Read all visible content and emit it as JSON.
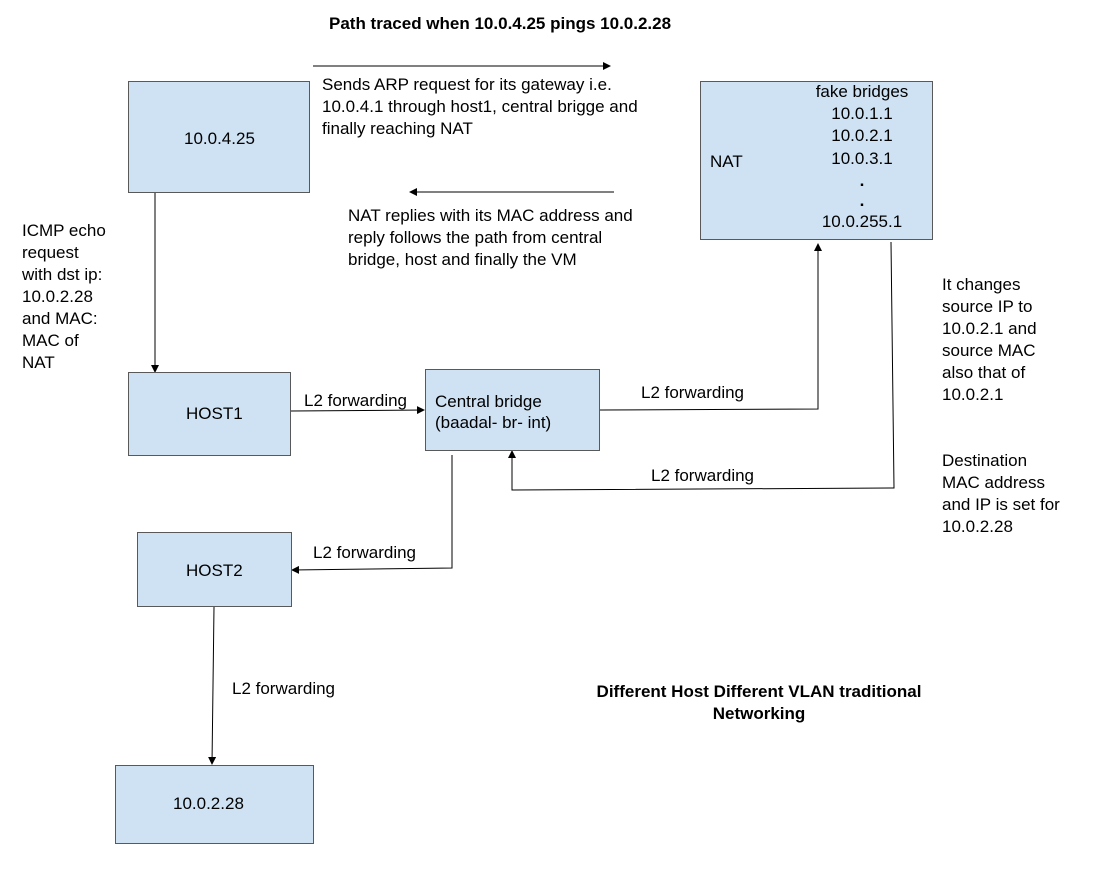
{
  "title": "Path traced when 10.0.4.25 pings 10.0.2.28",
  "subtitle": "Different Host Different VLAN traditional\nNetworking",
  "nodes": {
    "vm_src": "10.0.4.25",
    "nat": "NAT",
    "host1": "HOST1",
    "central_bridge": "Central bridge\n(baadal- br- int)",
    "host2": "HOST2",
    "vm_dst": "10.0.2.28"
  },
  "fake_bridges": {
    "heading": "fake bridges",
    "items": [
      "10.0.1.1",
      "10.0.2.1",
      "10.0.3.1",
      ".",
      ".",
      "10.0.255.1"
    ]
  },
  "annotations": {
    "arp_request": "Sends ARP request for its gateway i.e.\n10.0.4.1 through host1, central brigge and\nfinally reaching NAT",
    "nat_reply": "NAT replies with its MAC address and\nreply follows the path from central\nbridge, host and finally the VM",
    "icmp": "ICMP echo\nrequest\nwith dst ip:\n10.0.2.28\nand MAC:\nMAC of\nNAT",
    "nat_change": "It changes\nsource IP to\n10.0.2.1 and\nsource MAC\nalso that of\n10.0.2.1",
    "nat_dest": "Destination\nMAC address\nand IP is set for\n10.0.2.28"
  },
  "edge_labels": {
    "host1_to_bridge": "L2 forwarding",
    "bridge_to_nat": "L2 forwarding",
    "nat_to_bridge": "L2 forwarding",
    "bridge_to_host2": "L2 forwarding",
    "host2_to_vm": "L2 forwarding"
  }
}
